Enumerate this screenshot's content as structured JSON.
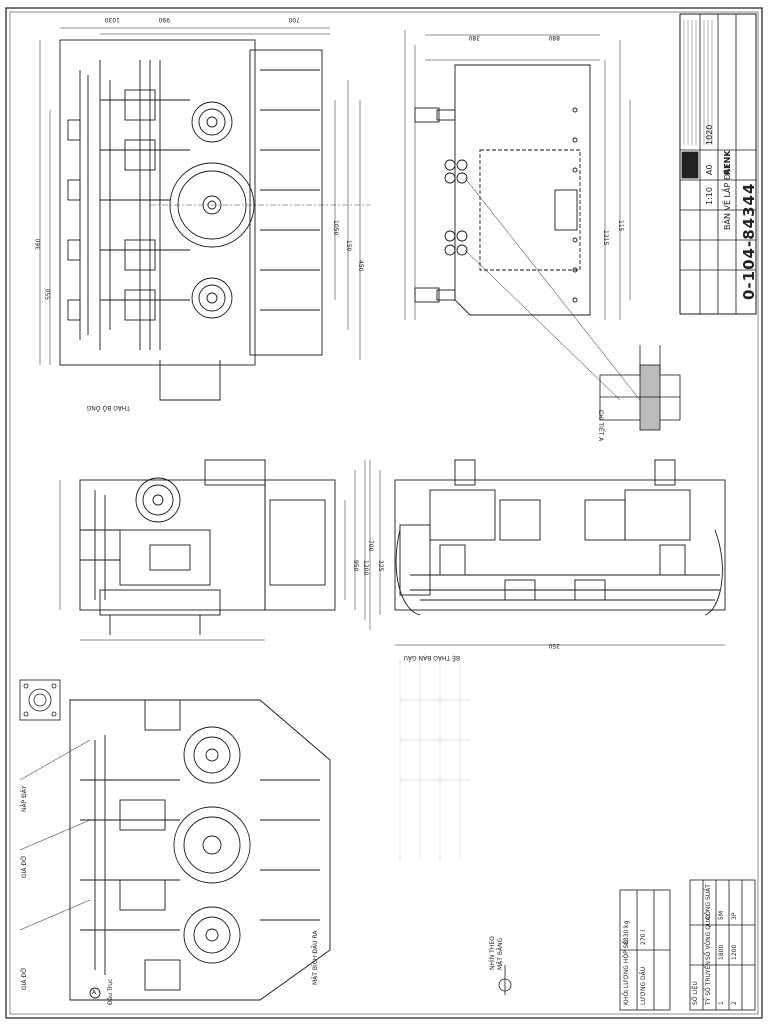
{
  "title_block": {
    "drawing_number": "0-104-84344",
    "title": "BẢN VẼ LẮP ĐẶT",
    "scale": "1:10",
    "sheet_size": "A0",
    "company": "RENK",
    "code": "1020"
  },
  "views": {
    "top_view_label": "THÁO BỘ ỐNG",
    "side_view_label": "BỆ THẢO BẠN GẦU",
    "bottom_label": "MẶT BÍCH ĐẦU RA",
    "section_note": "CHI TIẾT A"
  },
  "callouts": {
    "left_1": "GIÁ ĐỠ",
    "left_2": "NẮP ĐẬY",
    "left_3": "GIÁ ĐỠ",
    "bottom_a": "A",
    "bottom_dau": "Đầu Trục",
    "center_note": "NHÌN THEO",
    "center_view": "MẶT BẰNG"
  },
  "weight_table": {
    "row1_label": "KHỐI LƯỢNG HỘP SỐ",
    "row1_value": "8330 kg",
    "row2_label": "LƯỢNG DẦU",
    "row2_value": "270 l"
  },
  "spec_table": {
    "header": "SỐ LIỆU",
    "rows": [
      [
        "TỶ SỐ TRUYỀN",
        "SỐ VÒNG QUAY",
        "CÔNG SUẤT"
      ],
      [
        "1",
        "1800",
        "5M"
      ],
      [
        "2",
        "1200",
        "3P"
      ]
    ]
  },
  "dims": [
    "1030",
    "990",
    "700",
    "360",
    "550",
    "1050",
    "150",
    "450",
    "380",
    "880",
    "1215",
    "115",
    "950",
    "1200",
    "700",
    "325",
    "350"
  ]
}
